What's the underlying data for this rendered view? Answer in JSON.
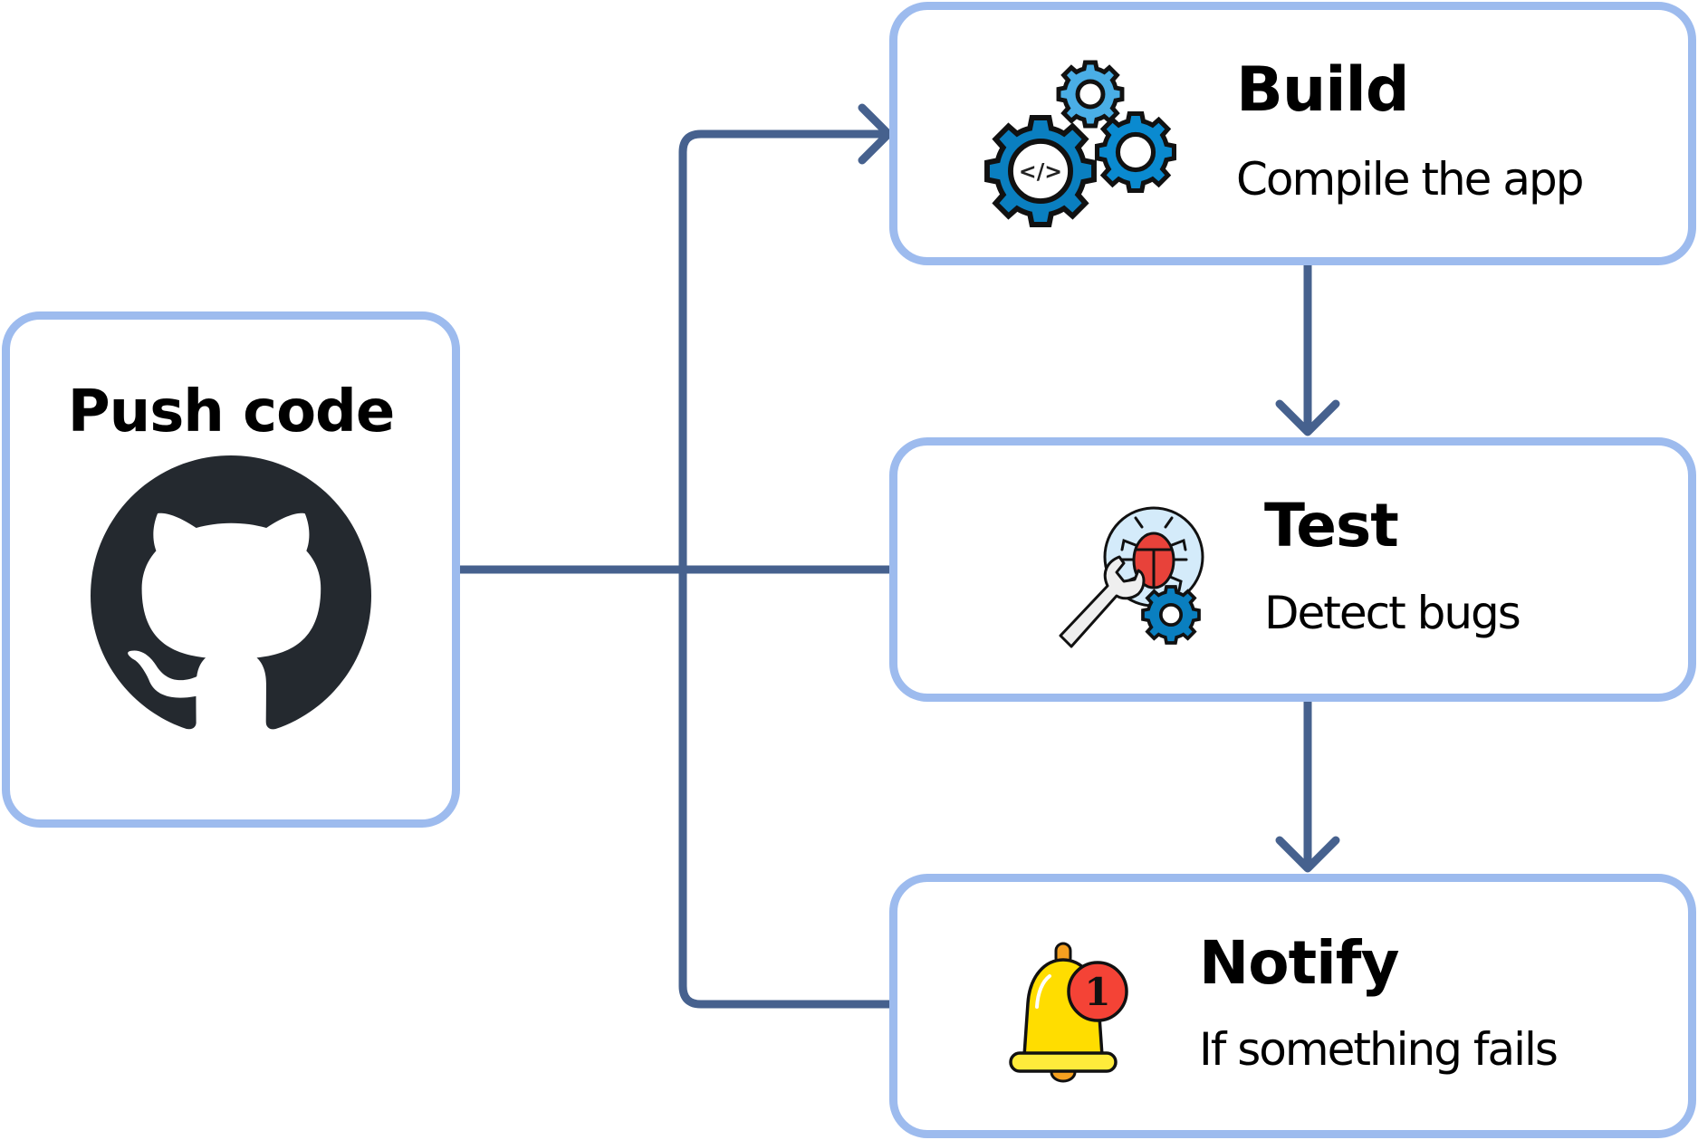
{
  "diagram": {
    "type": "flowchart",
    "colors": {
      "node_border": "#9dbbee",
      "connector": "#46618e",
      "gear_dark": "#0a7fc0",
      "gear_light": "#4aaee6",
      "bug_red": "#e8423a",
      "bug_bg": "#d4ebfa",
      "bell_yellow": "#ffdd00",
      "badge_red": "#f44336",
      "github_dark": "#24292f"
    },
    "nodes": {
      "push": {
        "title": "Push code",
        "icon": "github-octocat-icon"
      },
      "build": {
        "title": "Build",
        "subtitle": "Compile the app",
        "icon": "gears-code-icon"
      },
      "test": {
        "title": "Test",
        "subtitle": "Detect bugs",
        "icon": "bug-wrench-gear-icon"
      },
      "notify": {
        "title": "Notify",
        "subtitle": "If something fails",
        "icon": "bell-notification-icon",
        "badge_count": "1"
      }
    },
    "edges": [
      {
        "from": "Push code",
        "to": "Build",
        "arrow": true
      },
      {
        "from": "Push code",
        "to": "Test",
        "arrow": false
      },
      {
        "from": "Push code",
        "to": "Notify",
        "arrow": false
      },
      {
        "from": "Build",
        "to": "Test",
        "arrow": true
      },
      {
        "from": "Test",
        "to": "Notify",
        "arrow": true
      }
    ]
  }
}
